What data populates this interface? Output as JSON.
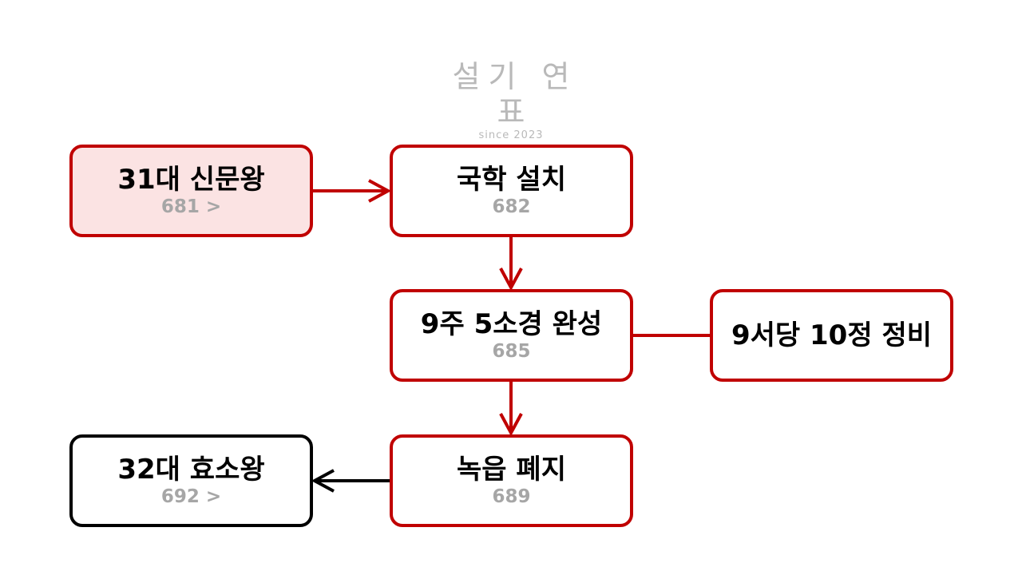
{
  "logo": {
    "title": "설기 연표",
    "subtitle": "since 2023"
  },
  "colors": {
    "accent": "#c00000",
    "highlight_fill": "#fbe3e3",
    "year_text": "#a6a6a6",
    "dark": "#000000"
  },
  "nodes": {
    "sinmun": {
      "title": "31대 신문왕",
      "year": "681 >"
    },
    "gukhak": {
      "title": "국학 설치",
      "year": "682"
    },
    "ju_sogyeong": {
      "title": "9주 5소경 완성",
      "year": "685"
    },
    "seodang": {
      "title": "9서당 10정 정비"
    },
    "nogeup": {
      "title": "녹읍 폐지",
      "year": "689"
    },
    "hyoso": {
      "title": "32대 효소왕",
      "year": "692 >"
    }
  }
}
